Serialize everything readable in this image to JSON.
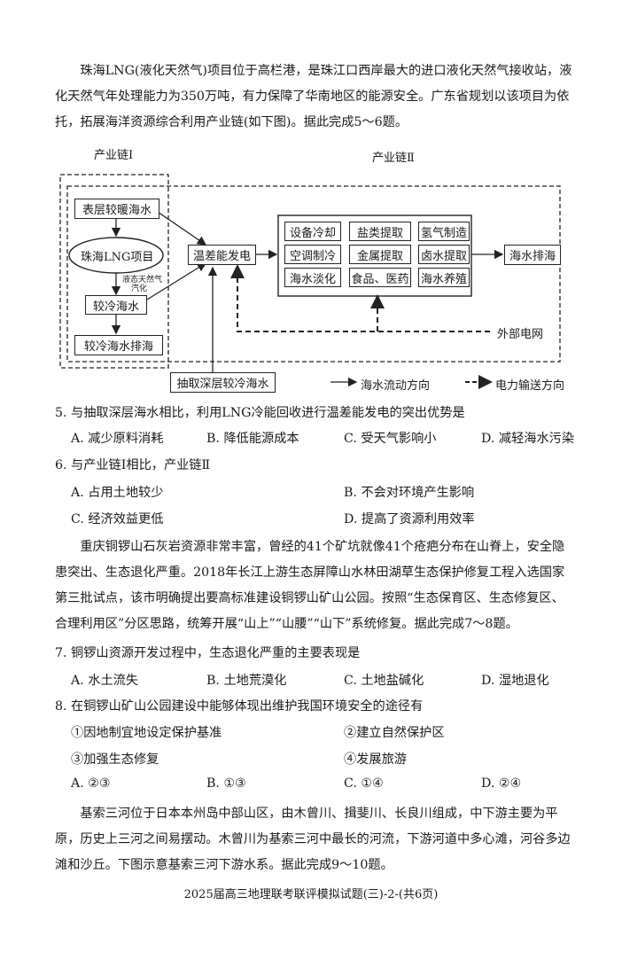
{
  "intro1": "珠海LNG(液化天然气)项目位于高栏港，是珠江口西岸最大的进口液化天然气接收站，液化天然气年处理能力为350万吨，有力保障了华南地区的能源安全。广东省规划以该项目为依托，拓展海洋资源综合利用产业链(如下图)。据此完成5～6题。",
  "diagram": {
    "chain1_label": "产业链Ⅰ",
    "chain2_label": "产业链Ⅱ",
    "box_warm": "表层较暖海水",
    "box_lng": "珠海LNG项目",
    "gasify_line1": "液态天然气",
    "gasify_line2": "汽化",
    "box_cool": "较冷海水",
    "box_cool_discharge": "较冷海水排海",
    "box_power": "温差能发电",
    "grid": [
      [
        "设备冷却",
        "盐类提取",
        "氢气制造"
      ],
      [
        "空调制冷",
        "金属提取",
        "卤水提取"
      ],
      [
        "海水淡化",
        "食品、医药",
        "海水养殖"
      ]
    ],
    "box_discharge": "海水排海",
    "external_grid": "外部电网",
    "box_deep": "抽取深层较冷海水",
    "legend_flow": "海水流动方向",
    "legend_power": "电力输送方向"
  },
  "q5": {
    "stem": "5. 与抽取深层海水相比，利用LNG冷能回收进行温差能发电的突出优势是",
    "options": [
      "A. 减少原料消耗",
      "B. 降低能源成本",
      "C. 受天气影响小",
      "D. 减轻海水污染"
    ]
  },
  "q6": {
    "stem": "6. 与产业链Ⅰ相比，产业链Ⅱ",
    "options": [
      "A. 占用土地较少",
      "B. 不会对环境产生影响",
      "C. 经济效益更低",
      "D. 提高了资源利用效率"
    ]
  },
  "intro2": "重庆铜锣山石灰岩资源非常丰富，曾经的41个矿坑就像41个疮疤分布在山脊上，安全隐患突出、生态退化严重。2018年长江上游生态屏障山水林田湖草生态保护修复工程入选国家第三批试点，该市明确提出要高标准建设铜锣山矿山公园。按照“生态保育区、生态修复区、合理利用区”分区思路，统筹开展“山上”“山腰”“山下”系统修复。据此完成7～8题。",
  "q7": {
    "stem": "7. 铜锣山资源开发过程中，生态退化严重的主要表现是",
    "options": [
      "A. 水土流失",
      "B. 土地荒漠化",
      "C. 土地盐碱化",
      "D. 湿地退化"
    ]
  },
  "q8": {
    "stem": "8. 在铜锣山矿山公园建设中能够体现出维护我国环境安全的途径有",
    "items": [
      "①因地制宜地设定保护基准",
      "②建立自然保护区",
      "③加强生态修复",
      "④发展旅游"
    ],
    "options": [
      "A. ②③",
      "B. ①③",
      "C. ①④",
      "D. ②④"
    ]
  },
  "intro3": "基索三河位于日本本州岛中部山区，由木曾川、揖斐川、长良川组成，中下游主要为平原，历史上三河之间易摆动。木曾川为基索三河中最长的河流，下游河道中多心滩，河谷多边滩和沙丘。下图示意基索三河下游水系。据此完成9～10题。",
  "footer": "2025届高三地理联考联评模拟试题(三)-2-(共6页)"
}
